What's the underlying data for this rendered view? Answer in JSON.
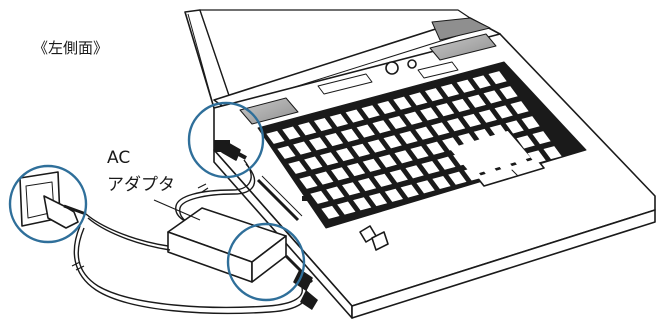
{
  "caption": "《左側面》",
  "labels": {
    "ac_line1": "AC",
    "ac_line2": "アダプタ"
  },
  "colors": {
    "line": "#1a1a1a",
    "highlight": "#2f6f9a",
    "key": "#ffffff",
    "shade": "#9a9a9a"
  },
  "icons": [
    "power-outlet-icon",
    "ac-adapter-icon",
    "laptop-icon",
    "power-jack-icon"
  ]
}
